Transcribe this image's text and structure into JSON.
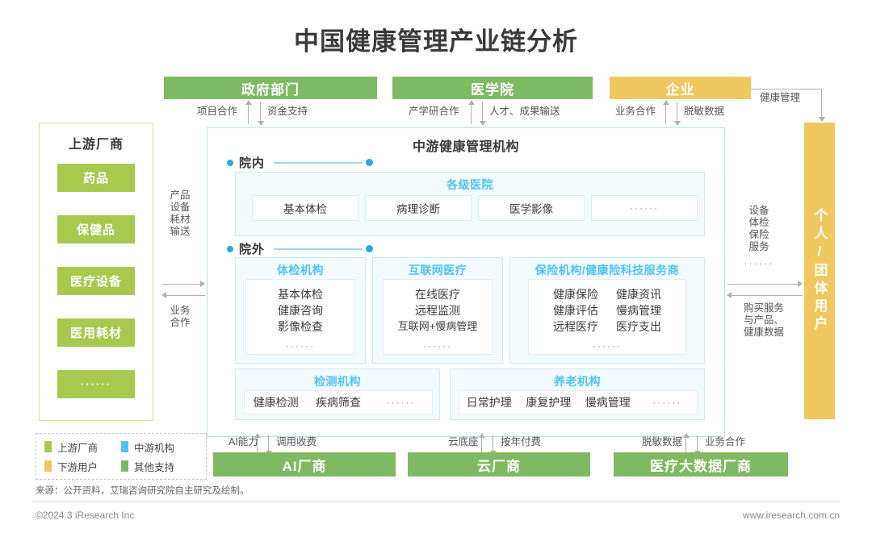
{
  "title": "中国健康管理产业链分析",
  "top_boxes": [
    {
      "label": "政府部门",
      "color": "#7fb963"
    },
    {
      "label": "医学院",
      "color": "#7fb963"
    },
    {
      "label": "企业",
      "color": "#f0c860"
    }
  ],
  "top_connectors": [
    {
      "up": "项目合作",
      "down": "资金支持"
    },
    {
      "up": "产学研合作",
      "down": "人才、成果输送"
    },
    {
      "up": "业务合作",
      "down": "脱敏数据"
    }
  ],
  "enterprise_to_user_label": "健康管理",
  "upstream": {
    "title": "上游厂商",
    "items": [
      "药品",
      "保健品",
      "医疗设备",
      "医用耗材",
      "······"
    ]
  },
  "left_connector": {
    "forward": "产品\n设备\n耗材\n输送",
    "backward": "业务\n合作"
  },
  "middle": {
    "title": "中游健康管理机构",
    "sections": [
      {
        "label": "院内"
      },
      {
        "label": "院外"
      }
    ],
    "hospital": {
      "title": "各级医院",
      "cells": [
        "基本体检",
        "病理诊断",
        "医学影像",
        "······"
      ]
    },
    "outside_groups": [
      {
        "title": "体检机构",
        "lines": [
          "基本体检",
          "健康咨询",
          "影像检查"
        ],
        "dots": "······"
      },
      {
        "title": "互联网医疗",
        "lines": [
          "在线医疗",
          "远程监测",
          "互联网+慢病管理"
        ],
        "dots": "······"
      },
      {
        "title": "保险机构/健康险科技服务商",
        "col1": [
          "健康保险",
          "健康评估",
          "远程医疗"
        ],
        "col2": [
          "健康资讯",
          "慢病管理",
          "医疗支出"
        ],
        "dots": "······"
      }
    ],
    "bottom_groups": [
      {
        "title": "检测机构",
        "items": [
          "健康检测",
          "疾病筛查"
        ],
        "dots": "······"
      },
      {
        "title": "养老机构",
        "items": [
          "日常护理",
          "康复护理",
          "慢病管理"
        ],
        "dots": "······"
      }
    ]
  },
  "right_connector": {
    "forward": "设备\n体检\n保险\n服务",
    "forward_dots": "······",
    "backward": "购买服务\n与产品、\n健康数据"
  },
  "downstream": {
    "label": "个人/团体用户",
    "color": "#f0c860"
  },
  "bottom_boxes": [
    {
      "label": "AI厂商",
      "color": "#7fb963"
    },
    {
      "label": "云厂商",
      "color": "#7fb963"
    },
    {
      "label": "医疗大数据厂商",
      "color": "#7fb963"
    }
  ],
  "bottom_connectors": [
    {
      "up": "AI能力",
      "down": "调用收费"
    },
    {
      "up": "云底座",
      "down": "按年付费"
    },
    {
      "up": "脱敏数据",
      "down": "业务合作"
    }
  ],
  "legend": [
    {
      "label": "上游厂商",
      "color": "#a8c84e"
    },
    {
      "label": "中游机构",
      "color": "#4fc3f7"
    },
    {
      "label": "下游用户",
      "color": "#f0c860"
    },
    {
      "label": "其他支持",
      "color": "#7fb963"
    }
  ],
  "source": "来源：公开资料，艾瑞咨询研究院自主研究及绘制。",
  "copyright": "©2024.3 iResearch Inc",
  "website": "www.iresearch.com.cn"
}
